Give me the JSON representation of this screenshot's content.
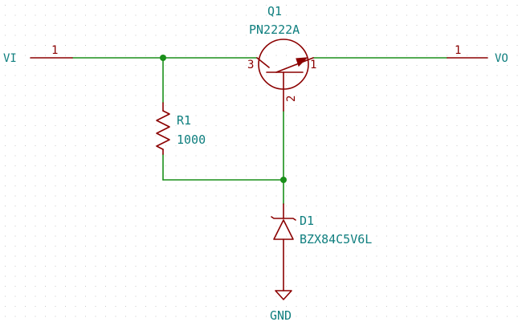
{
  "components": {
    "transistor": {
      "ref": "Q1",
      "value": "PN2222A",
      "pins": [
        "3",
        "1",
        "2"
      ],
      "icon": "npn-transistor-icon"
    },
    "resistor": {
      "ref": "R1",
      "value": "1000",
      "icon": "resistor-icon"
    },
    "diode": {
      "ref": "D1",
      "value": "BZX84C5V6L",
      "icon": "zener-diode-icon"
    }
  },
  "ports": {
    "input": {
      "label": "VI",
      "pin": "1"
    },
    "output": {
      "label": "VO",
      "pin": "1"
    },
    "ground": {
      "label": "GND",
      "icon": "ground-icon"
    }
  },
  "colors": {
    "wire": "#1a8f1a",
    "symbol": "#8b0000",
    "label": "#0f7f7f",
    "grid": "#c8c8c8"
  }
}
